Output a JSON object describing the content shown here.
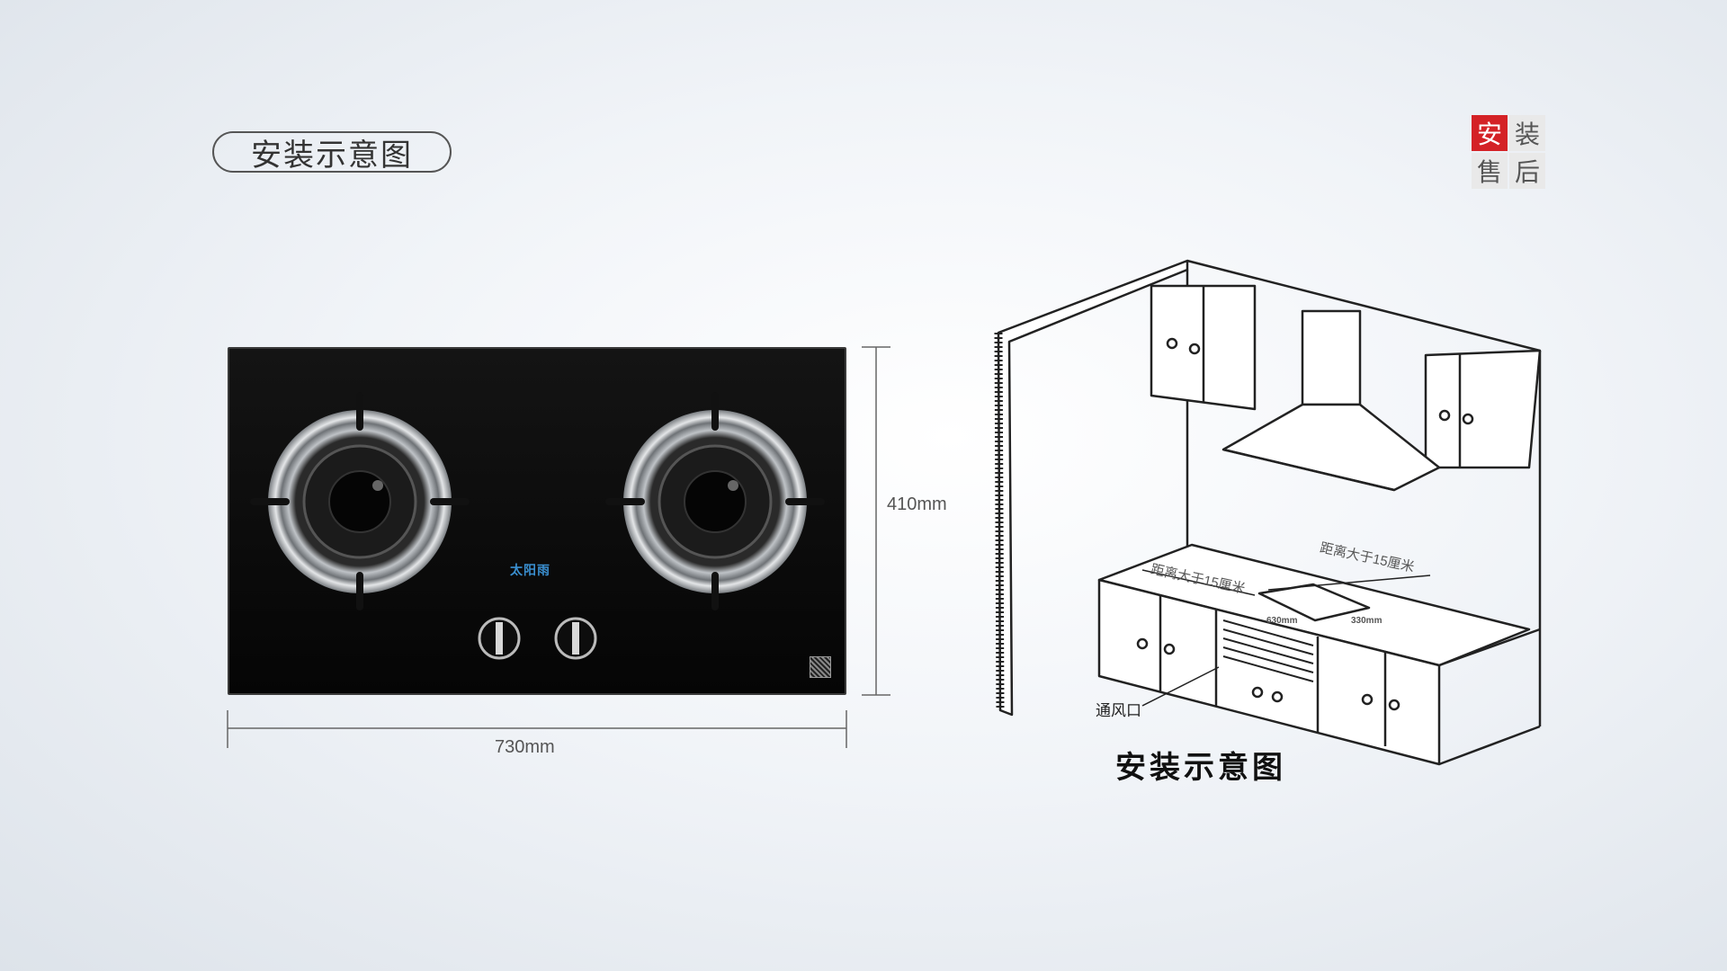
{
  "header": {
    "title": "安装示意图"
  },
  "badge": {
    "chars": [
      "安",
      "装",
      "售",
      "后"
    ],
    "accent": "#d42226"
  },
  "product": {
    "brand": "太阳雨",
    "width_label": "730mm",
    "height_label": "410mm",
    "burner_count": 2,
    "knob_count": 2
  },
  "diagram": {
    "caption": "安装示意图",
    "distance_left": "距离大于15厘米",
    "distance_right": "距离大于15厘米",
    "cutout_width": "630mm",
    "cutout_depth": "330mm",
    "vent_label": "通风口"
  }
}
